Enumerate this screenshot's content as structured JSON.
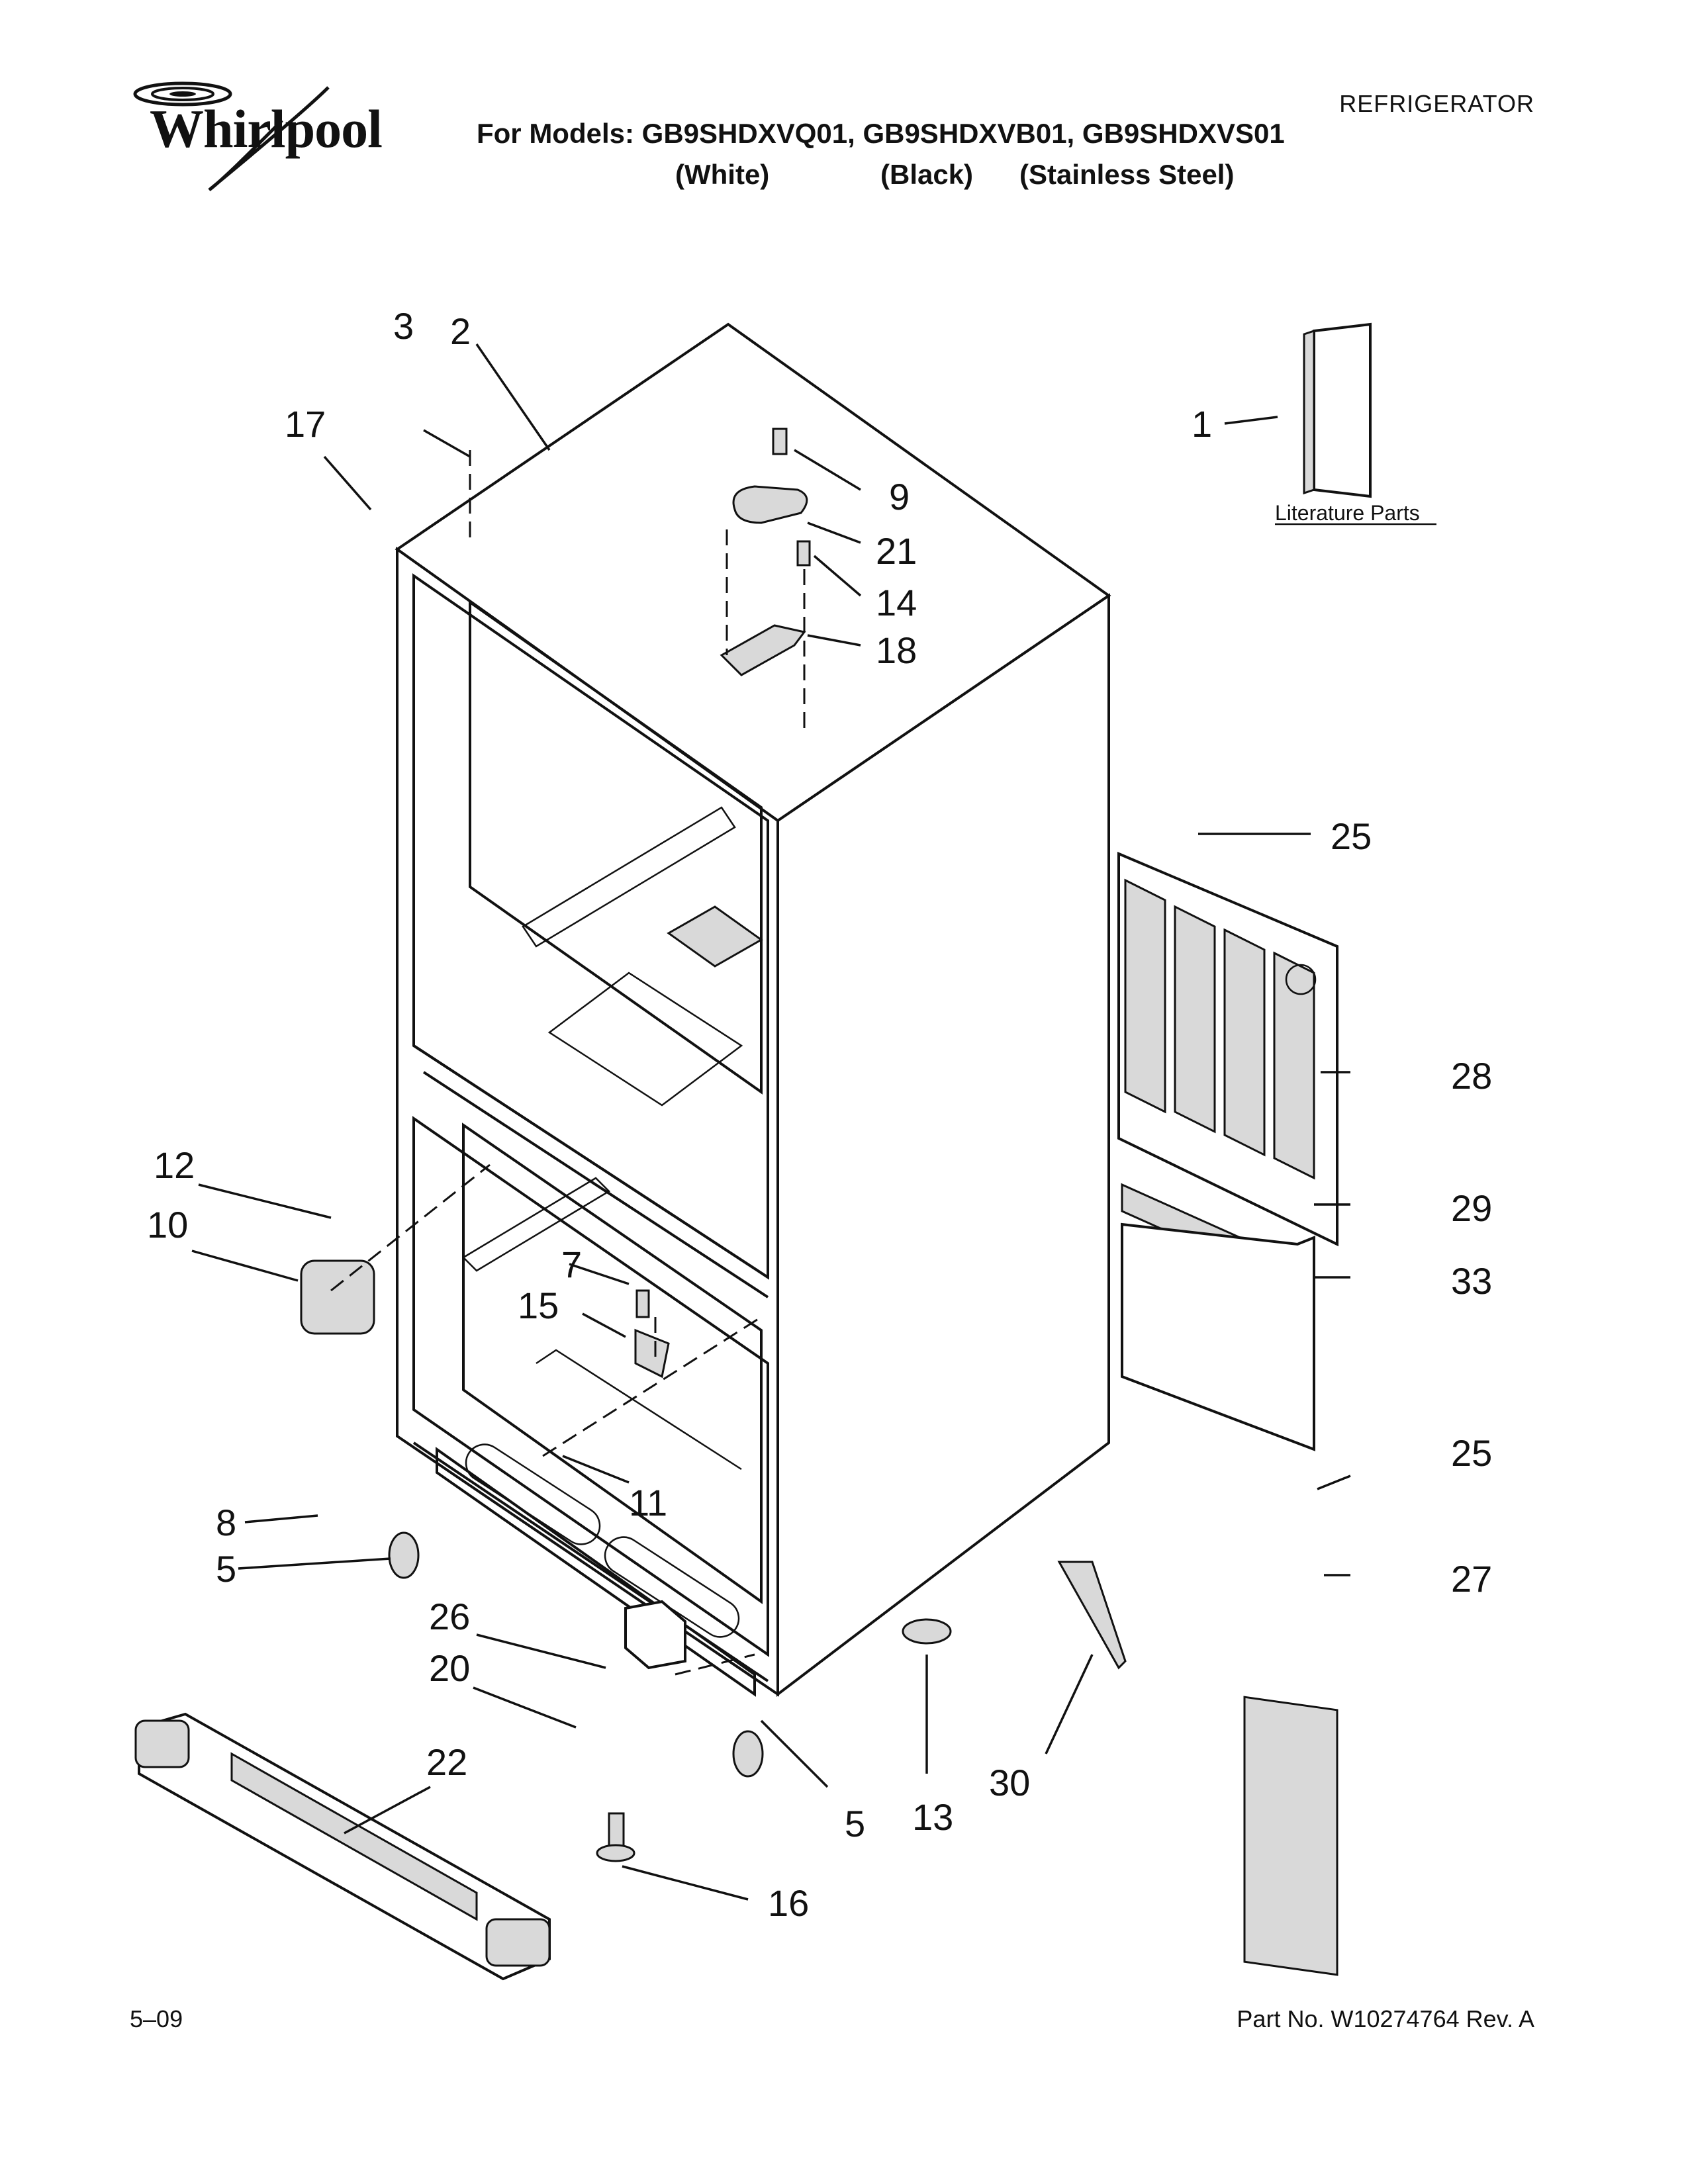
{
  "header": {
    "brand": "Whirlpool",
    "models_line": "For Models: GB9SHDXVQ01, GB9SHDXVB01, GB9SHDXVS01",
    "variants": [
      "(White)",
      "(Black)",
      "(Stainless Steel)"
    ],
    "category": "REFRIGERATOR"
  },
  "footer": {
    "date_code": "5–09",
    "part_number": "Part No. W10274764 Rev. A"
  },
  "diagram": {
    "literature_label": "Literature Parts",
    "callouts": [
      "1",
      "2",
      "3",
      "5",
      "5",
      "7",
      "8",
      "9",
      "10",
      "11",
      "12",
      "13",
      "14",
      "15",
      "16",
      "17",
      "18",
      "20",
      "21",
      "22",
      "25",
      "25",
      "26",
      "27",
      "28",
      "29",
      "30",
      "33"
    ]
  },
  "colors": {
    "ink": "#111111",
    "paper": "#ffffff",
    "shade": "#d9d9d9"
  }
}
